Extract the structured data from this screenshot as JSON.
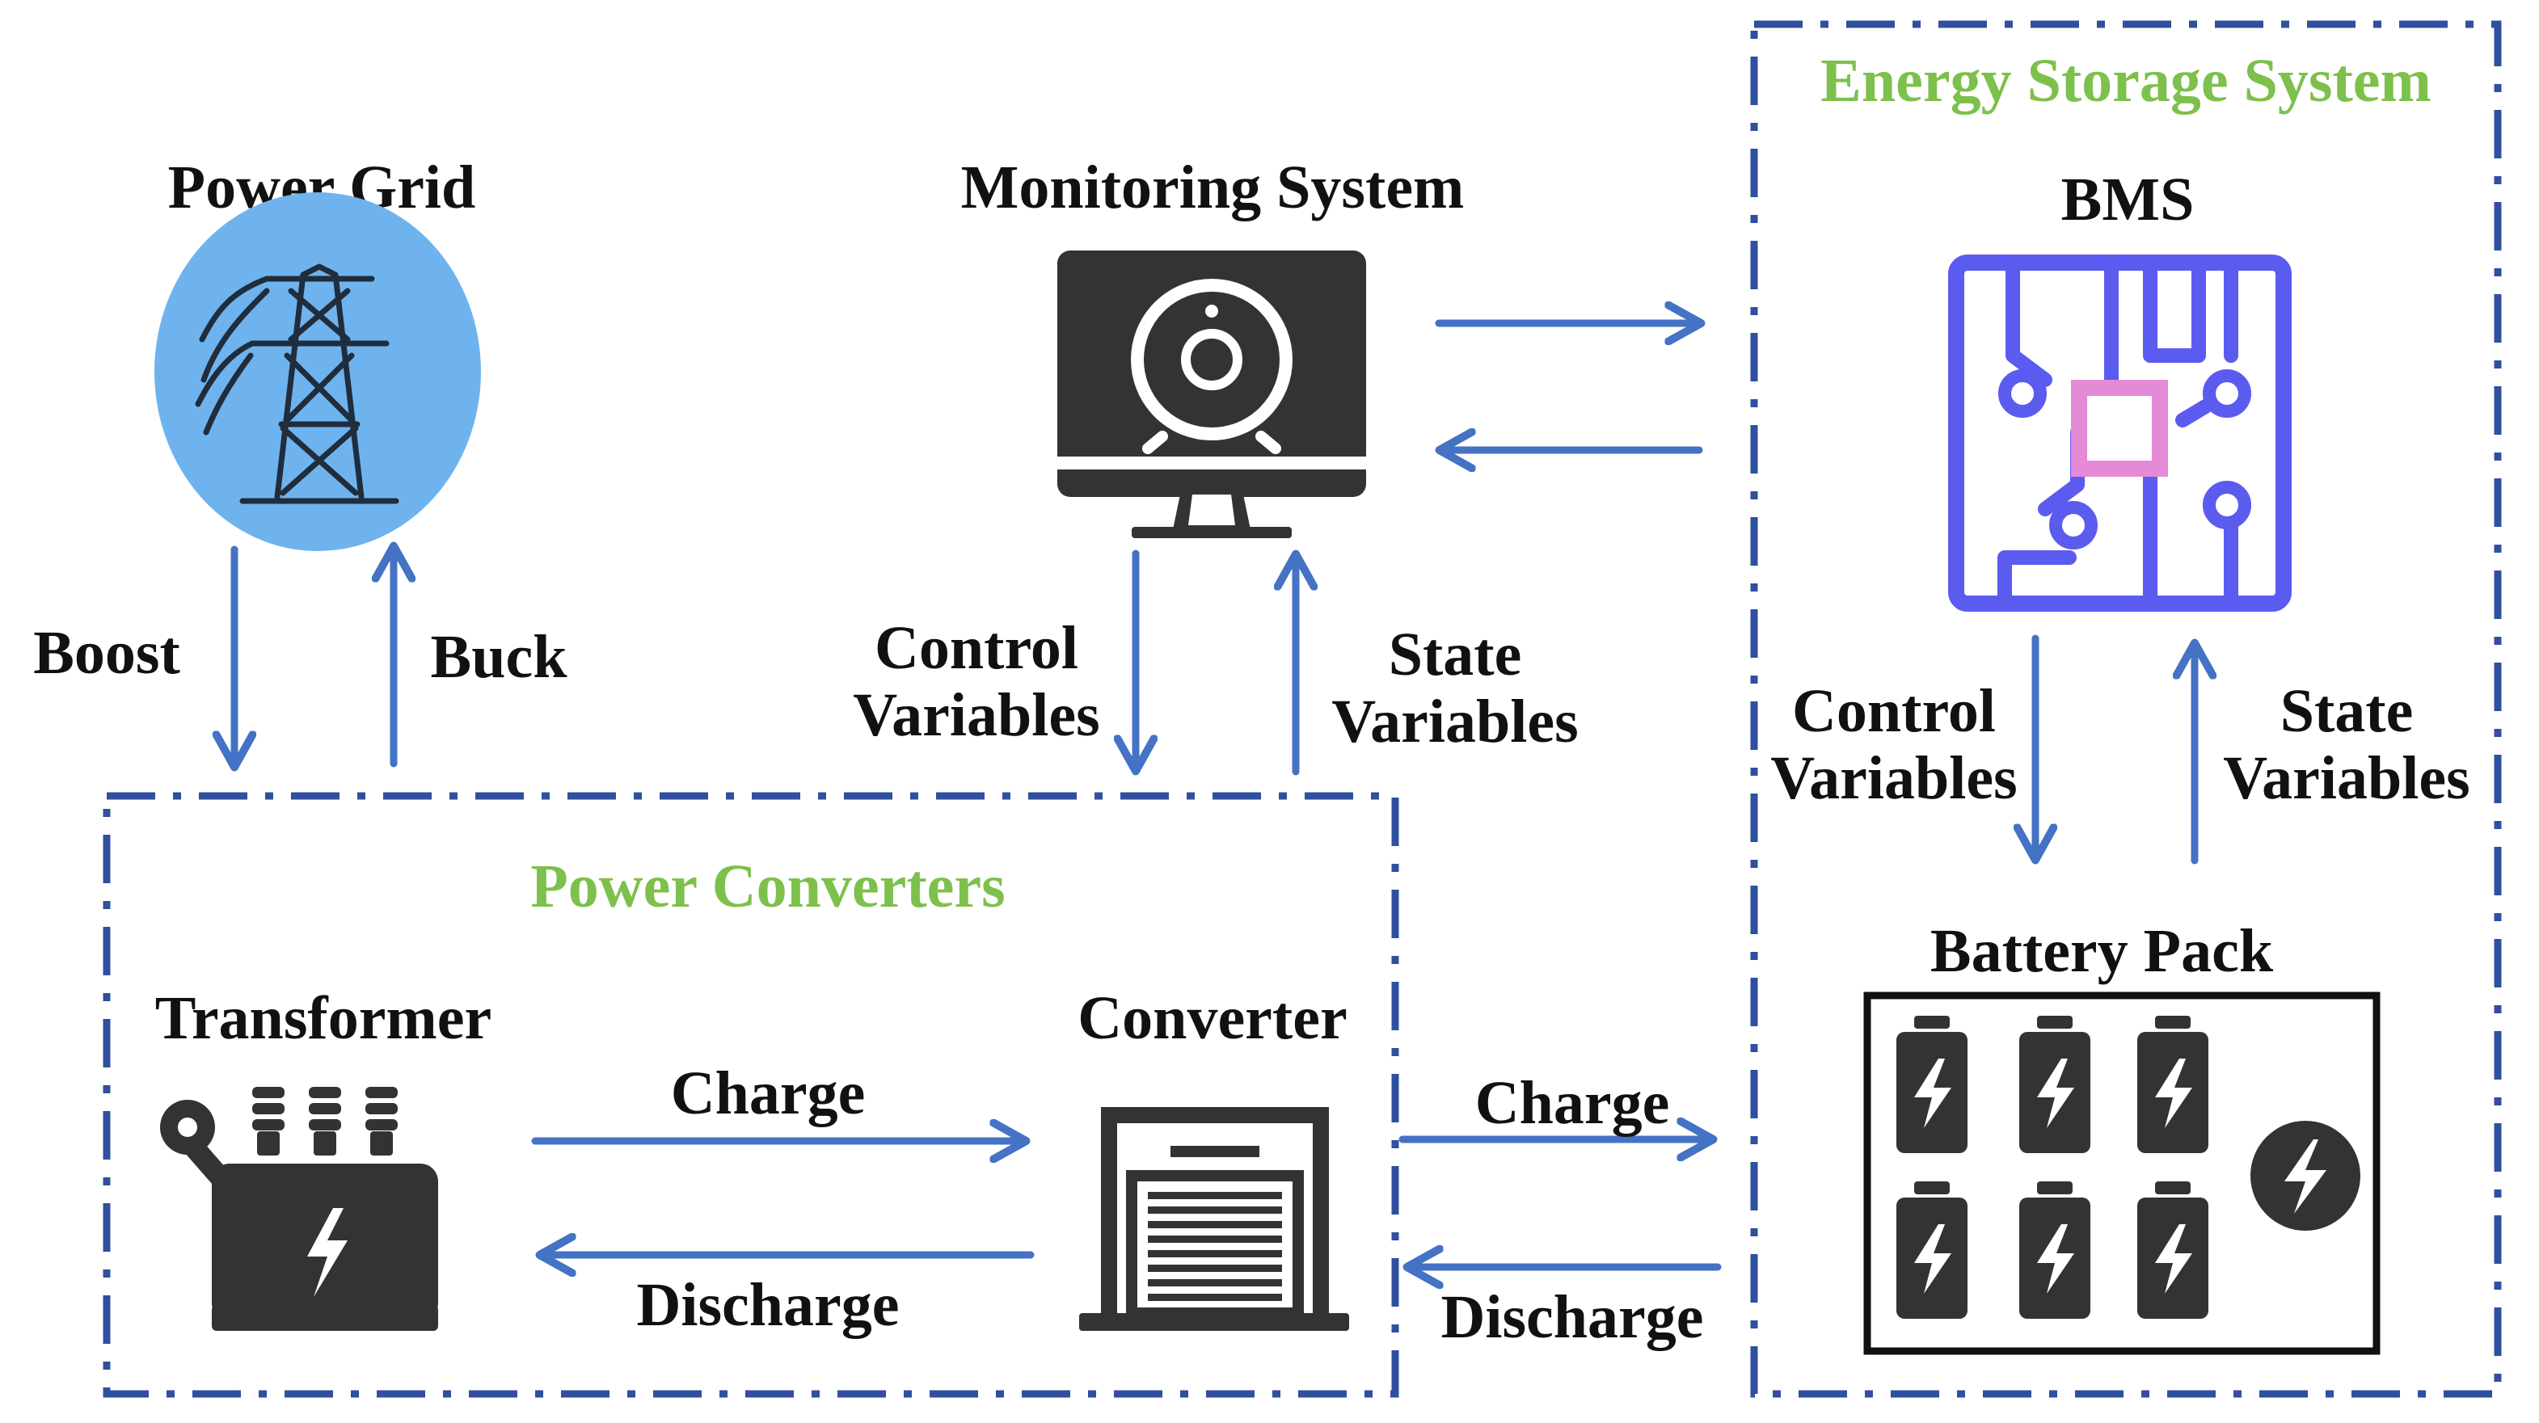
{
  "colors": {
    "arrow": "#4472c4",
    "box_border": "#2f4f9f",
    "group_title": "#7dc04b",
    "grid_circle": "#6fb3ee",
    "icon_dark": "#333333",
    "bms_board": "#5b5bf0",
    "bms_chip": "#e48ad6"
  },
  "groups": {
    "energy_storage": "Energy Storage System",
    "power_converters": "Power Converters"
  },
  "nodes": {
    "power_grid": "Power Grid",
    "monitoring": "Monitoring System",
    "bms": "BMS",
    "transformer": "Transformer",
    "converter": "Converter",
    "battery_pack": "Battery Pack"
  },
  "edges": {
    "boost": "Boost",
    "buck": "Buck",
    "mon_control_1": "Control",
    "mon_control_2": "Variables",
    "mon_state_1": "State",
    "mon_state_2": "Variables",
    "bms_control_1": "Control",
    "bms_control_2": "Variables",
    "bms_state_1": "State",
    "bms_state_2": "Variables",
    "tc_charge": "Charge",
    "tc_discharge": "Discharge",
    "cb_charge": "Charge",
    "cb_discharge": "Discharge"
  },
  "icons": {
    "grid": "power-tower-icon",
    "monitor": "monitor-camera-icon",
    "bms": "circuit-board-icon",
    "transformer": "transformer-icon",
    "converter": "converter-cabinet-icon",
    "battery": "battery-icon",
    "charge_badge": "lightning-badge-icon"
  }
}
